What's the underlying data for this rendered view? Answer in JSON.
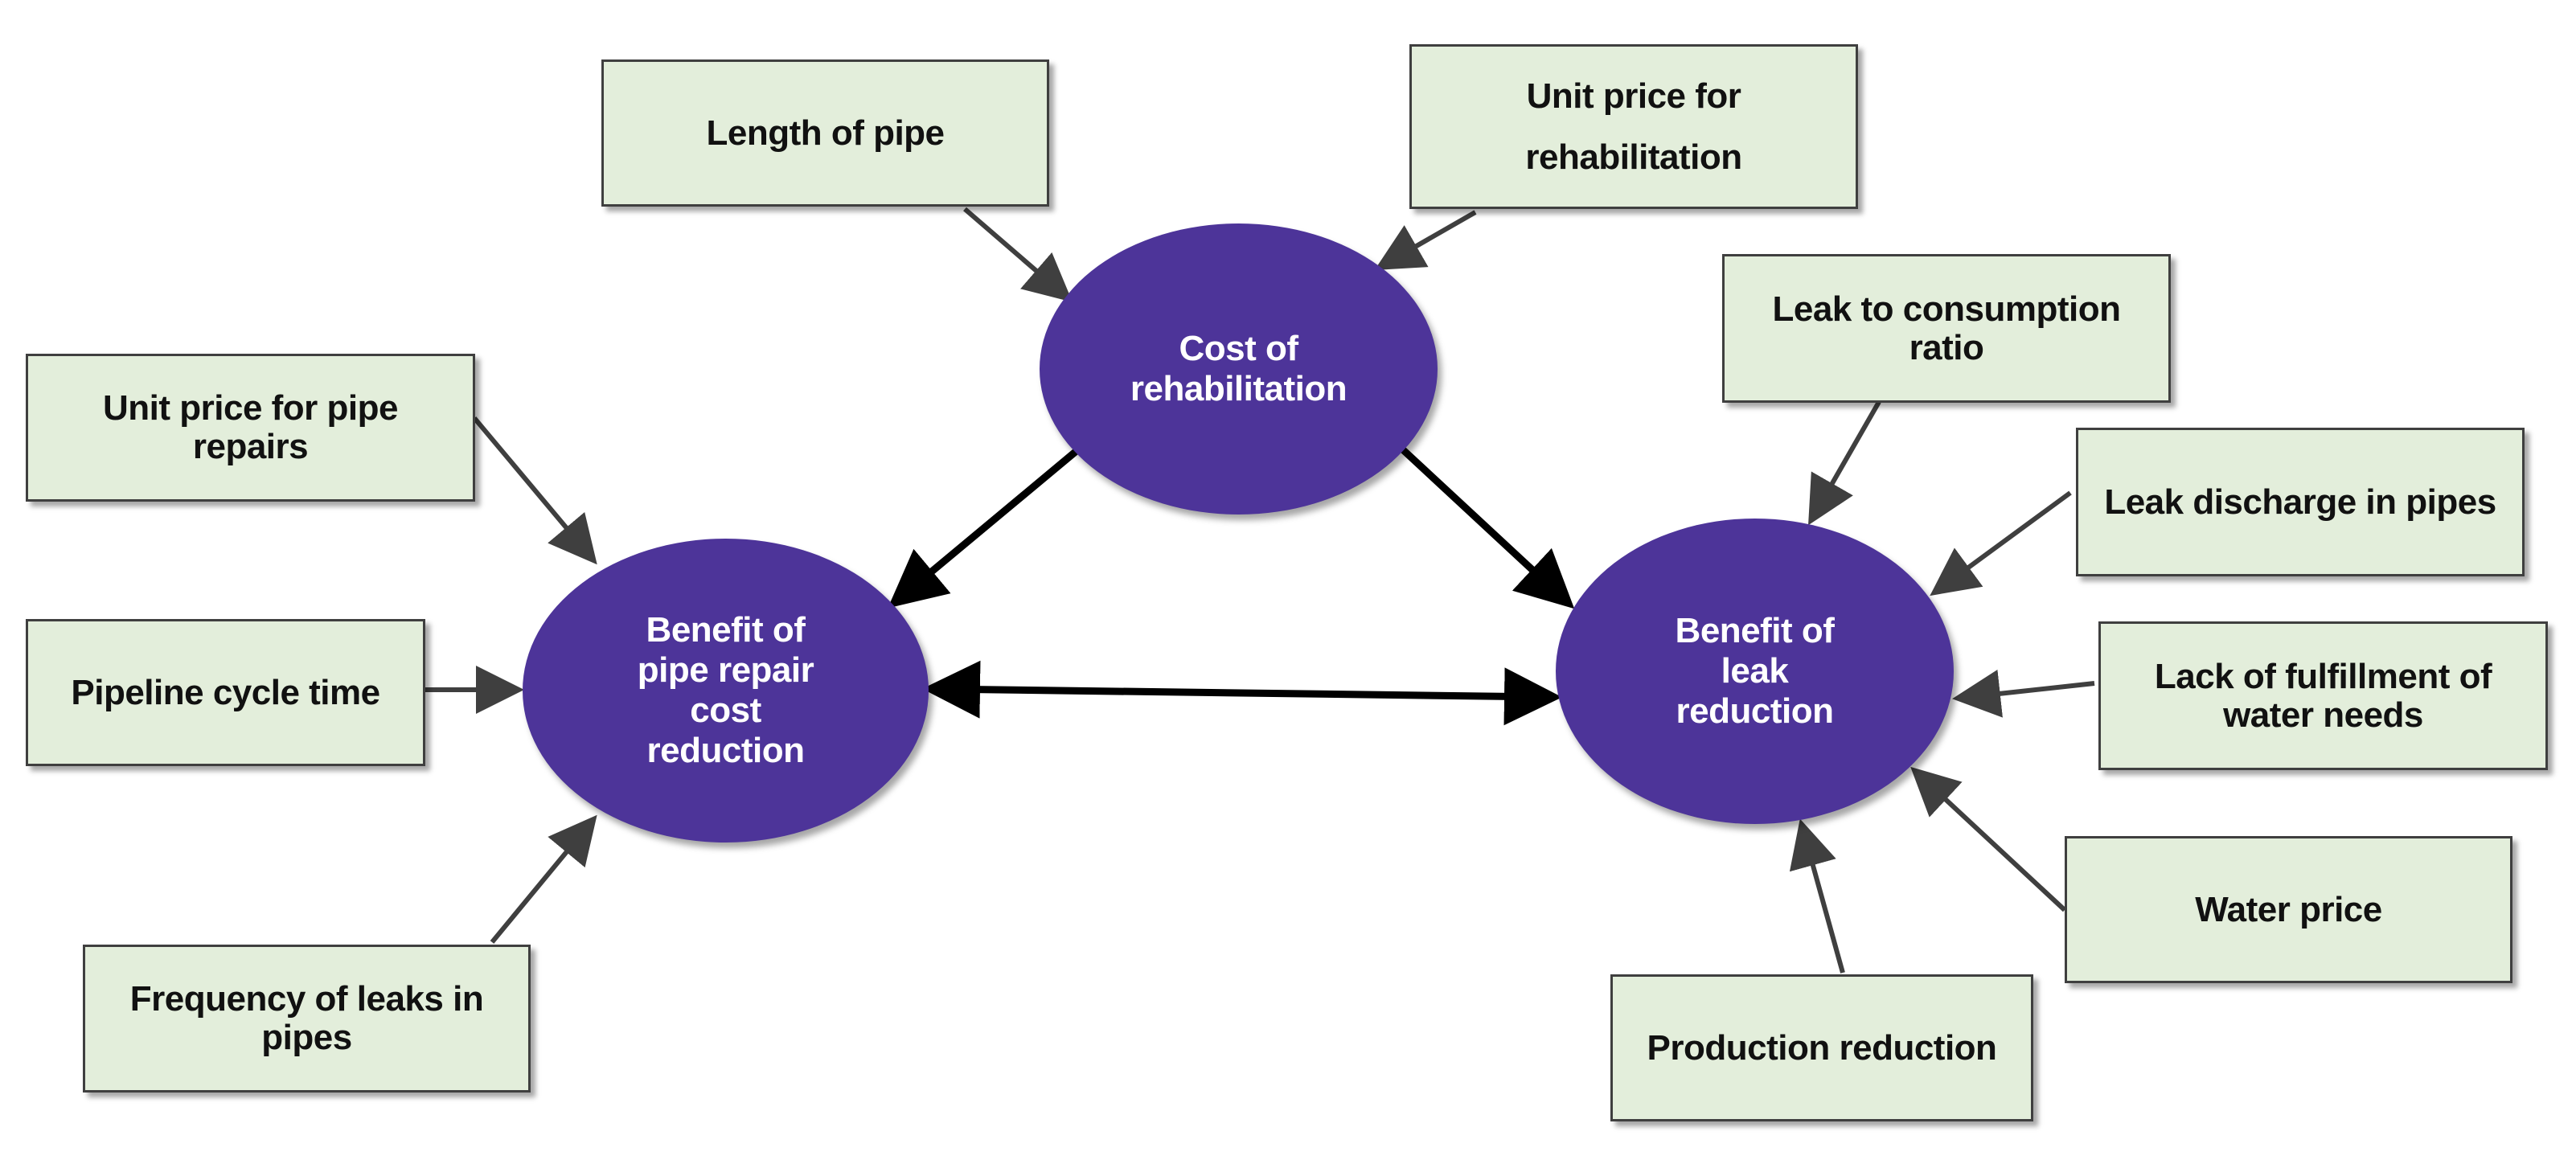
{
  "nodes": {
    "cost": "Cost of\nrehabilitation",
    "pipe_repair": "Benefit of\npipe repair\ncost\nreduction",
    "leak_reduction": "Benefit of\nleak\nreduction"
  },
  "factors": {
    "length_of_pipe": "Length of pipe",
    "unit_price_rehab": "Unit price for\nrehabilitation",
    "unit_price_repairs": "Unit price for pipe\nrepairs",
    "pipeline_cycle": "Pipeline cycle time",
    "freq_leaks": "Frequency of leaks in\npipes",
    "leak_consumption": "Leak to consumption\nratio",
    "leak_discharge": "Leak discharge in pipes",
    "lack_fulfillment": "Lack of fulfillment of\nwater needs",
    "water_price": "Water price",
    "production_reduction": "Production reduction"
  },
  "colors": {
    "node_fill": "#4d3499",
    "box_fill": "#e3eedb",
    "arrow": "#3f3f3f"
  }
}
